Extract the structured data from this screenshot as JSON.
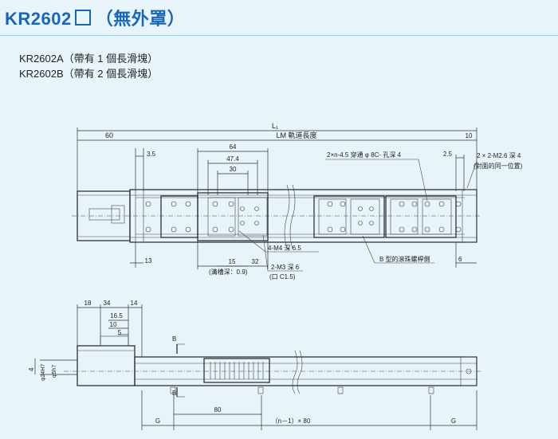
{
  "header": {
    "model": "KR2602",
    "suffix": "（無外罩）"
  },
  "variants": [
    "KR2602A（帶有 1 個長滑塊）",
    "KR2602B（帶有 2 個長滑塊）"
  ],
  "top_view": {
    "overall_label": "L₁",
    "rail_length_label": "LM 軌道長度",
    "dim_60": "60",
    "dim_10": "10",
    "dim_3_5": "3.5",
    "dim_64": "64",
    "dim_47_4": "47.4",
    "dim_30": "30",
    "dim_2_5": "2.5",
    "dim_13": "13",
    "dim_15": "15",
    "dim_32": "32",
    "dim_6": "6",
    "note_holes": "2×n-4.5 穿通 φ 8C- 孔深 4",
    "note_m2_6": "2 × 2-M2.6 深 4",
    "note_m2_6_sub": "(對面的同一位置)",
    "note_m4": "4-M4 深 6.5",
    "note_m3": "2-M3 深 6",
    "note_m3_sub": "(口 C1.5)",
    "note_groove": "(溝槽深：0.9)",
    "note_ballscrew": "B 型的滾珠螺桿側"
  },
  "side_view": {
    "dim_18": "18",
    "dim_34": "34",
    "dim_14": "14",
    "dim_16_5": "16.5",
    "dim_10": "10",
    "dim_5": "5",
    "dim_4": "4",
    "dim_24h7": "φ24H7",
    "dim_phi5h7": "φ5h7",
    "section_b": "B",
    "dim_g": "G",
    "dim_80": "80",
    "dim_pitch": "（n－1）× 80"
  }
}
